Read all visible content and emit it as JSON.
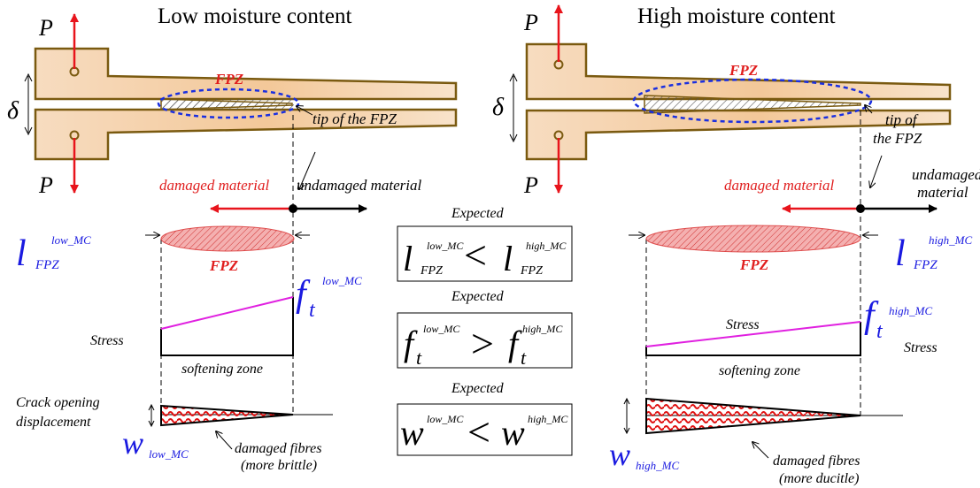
{
  "titles": {
    "left": "Low moisture content",
    "right": "High moisture content"
  },
  "labels": {
    "P": "P",
    "delta": "δ",
    "fpz": "FPZ",
    "tip_left": "tip of the FPZ",
    "tip_right_1": "tip of",
    "tip_right_2": "the FPZ",
    "damaged": "damaged material",
    "undamaged": "undamaged material",
    "undamaged_1": "undamaged",
    "undamaged_2": "material",
    "expected": "Expected",
    "stress": "Stress",
    "softening": "softening zone",
    "cod_1": "Crack opening",
    "cod_2": "displacement",
    "brittle_1": "damaged fibres",
    "brittle_2": "(more brittle)",
    "ductile_1": "damaged fibres",
    "ductile_2": "(more ducitle)"
  },
  "symbols": {
    "l": "l",
    "f": "f",
    "t": "t",
    "w": "w",
    "fpz_sub": "FPZ",
    "low": "low_MC",
    "high": "high_MC",
    "lt": "<",
    "gt": ">"
  },
  "colors": {
    "wood": "#f2c79a",
    "wood_edge": "#7a5a10",
    "arrow_red": "#e8141c",
    "ellipse_blue": "#1a2fe0",
    "stress_line": "#e020e0",
    "symbol_blue": "#1a1ae0",
    "label_red": "#e01e1e"
  }
}
